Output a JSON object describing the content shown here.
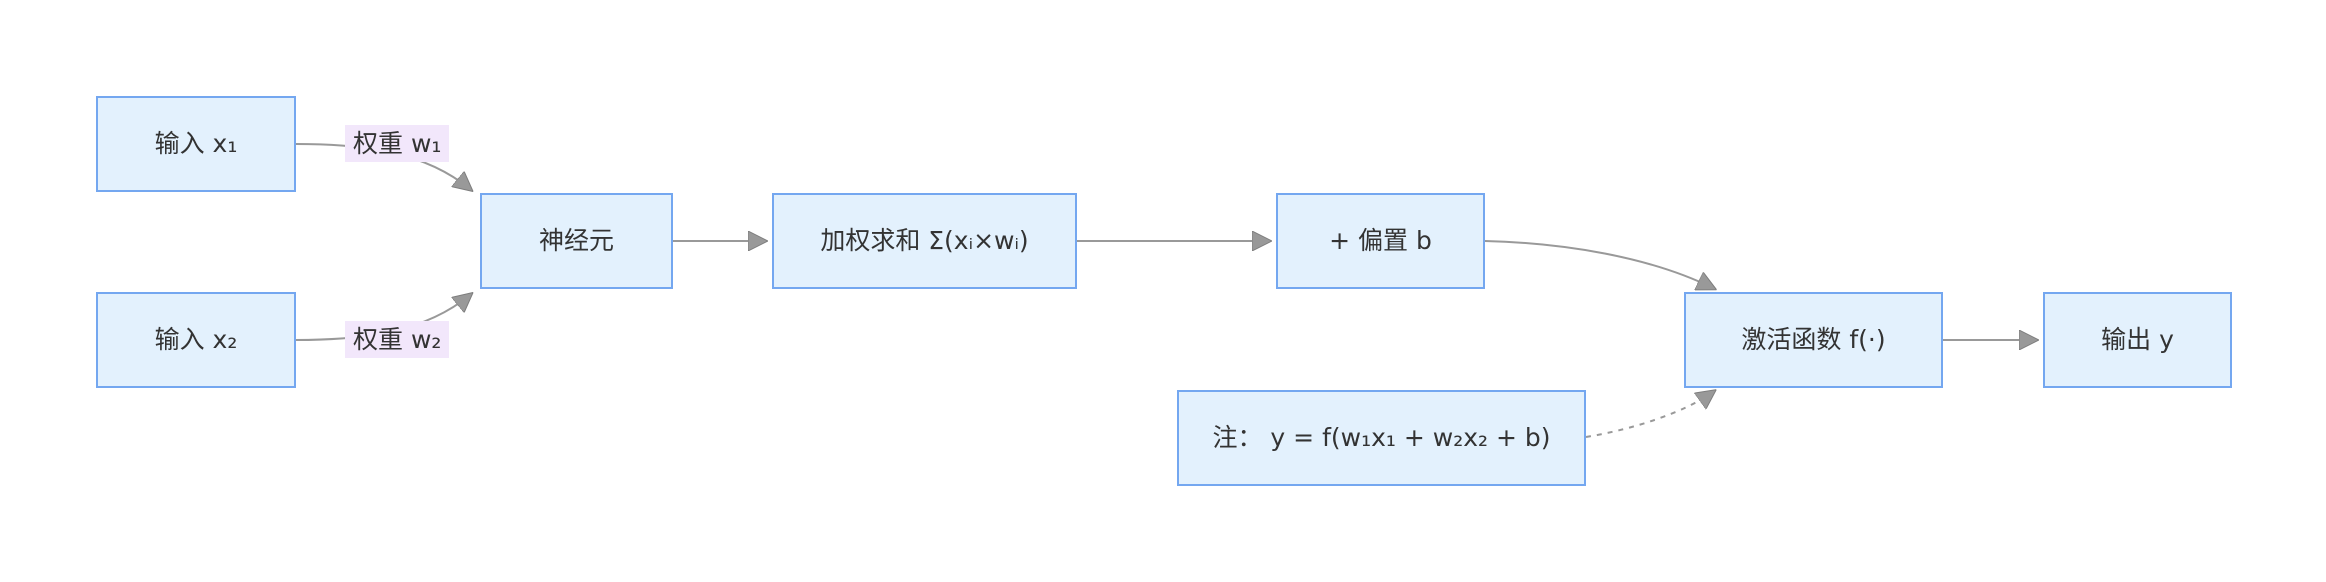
{
  "diagram": {
    "title": "neuron-computation-flowchart",
    "nodes": {
      "input_x1": {
        "label": "输入 x₁"
      },
      "input_x2": {
        "label": "输入 x₂"
      },
      "neuron": {
        "label": "神经元"
      },
      "weighted_sum": {
        "label": "加权求和 Σ(xᵢ×wᵢ)"
      },
      "bias": {
        "label": "+ 偏置 b"
      },
      "activation": {
        "label": "激活函数 f(·)"
      },
      "output_y": {
        "label": "输出 y"
      },
      "note": {
        "label": "注： y = f(w₁x₁ + w₂x₂ + b)"
      }
    },
    "edge_labels": {
      "weight_w1": {
        "label": "权重 w₁"
      },
      "weight_w2": {
        "label": "权重 w₂"
      }
    },
    "edges": [
      {
        "from": "input_x1",
        "to": "neuron",
        "label": "权重 w₁",
        "style": "solid"
      },
      {
        "from": "input_x2",
        "to": "neuron",
        "label": "权重 w₂",
        "style": "solid"
      },
      {
        "from": "neuron",
        "to": "weighted_sum",
        "style": "solid"
      },
      {
        "from": "weighted_sum",
        "to": "bias",
        "style": "solid"
      },
      {
        "from": "bias",
        "to": "activation",
        "style": "solid"
      },
      {
        "from": "note",
        "to": "activation",
        "style": "dashed"
      },
      {
        "from": "activation",
        "to": "output_y",
        "style": "solid"
      }
    ]
  },
  "colors": {
    "background": "#ffffff",
    "node_fill": "#e3f1fd",
    "node_border": "#74a7f0",
    "edge_color": "#999999",
    "edge_label_bg": "#f2e7fb",
    "text_color": "#333333"
  }
}
